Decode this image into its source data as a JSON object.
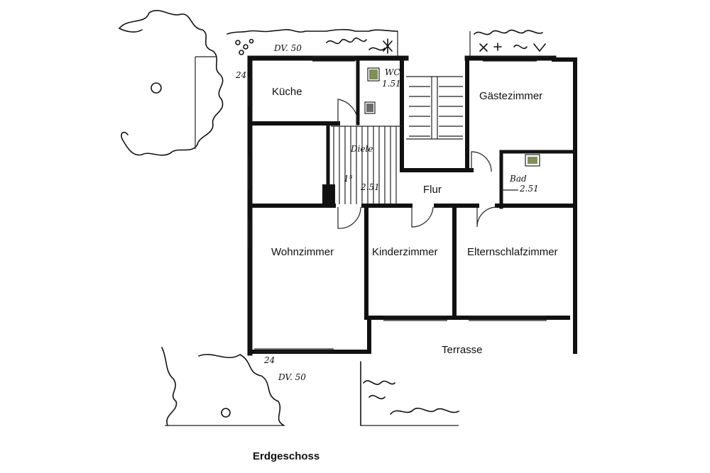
{
  "floor_plan": {
    "title": "Erdgeschoss",
    "rooms": {
      "kueche": "Küche",
      "wc": "WC",
      "diele": "Diele",
      "gaestezimmer": "Gästezimmer",
      "bad": "Bad",
      "flur": "Flur",
      "wohnzimmer": "Wohnzimmer",
      "kinderzimmer": "Kinderzimmer",
      "elternschlafzimmer": "Elternschlafzimmer",
      "terrasse": "Terrasse"
    },
    "annotations": {
      "dv_top": "DV. 50",
      "dv_bottom": "DV. 50",
      "num_24_top": "24",
      "num_24_bottom": "24",
      "wc_height": "1.51",
      "diele_height": "2.51",
      "diele_step": "1⁵",
      "bad_height": "2.51"
    }
  }
}
